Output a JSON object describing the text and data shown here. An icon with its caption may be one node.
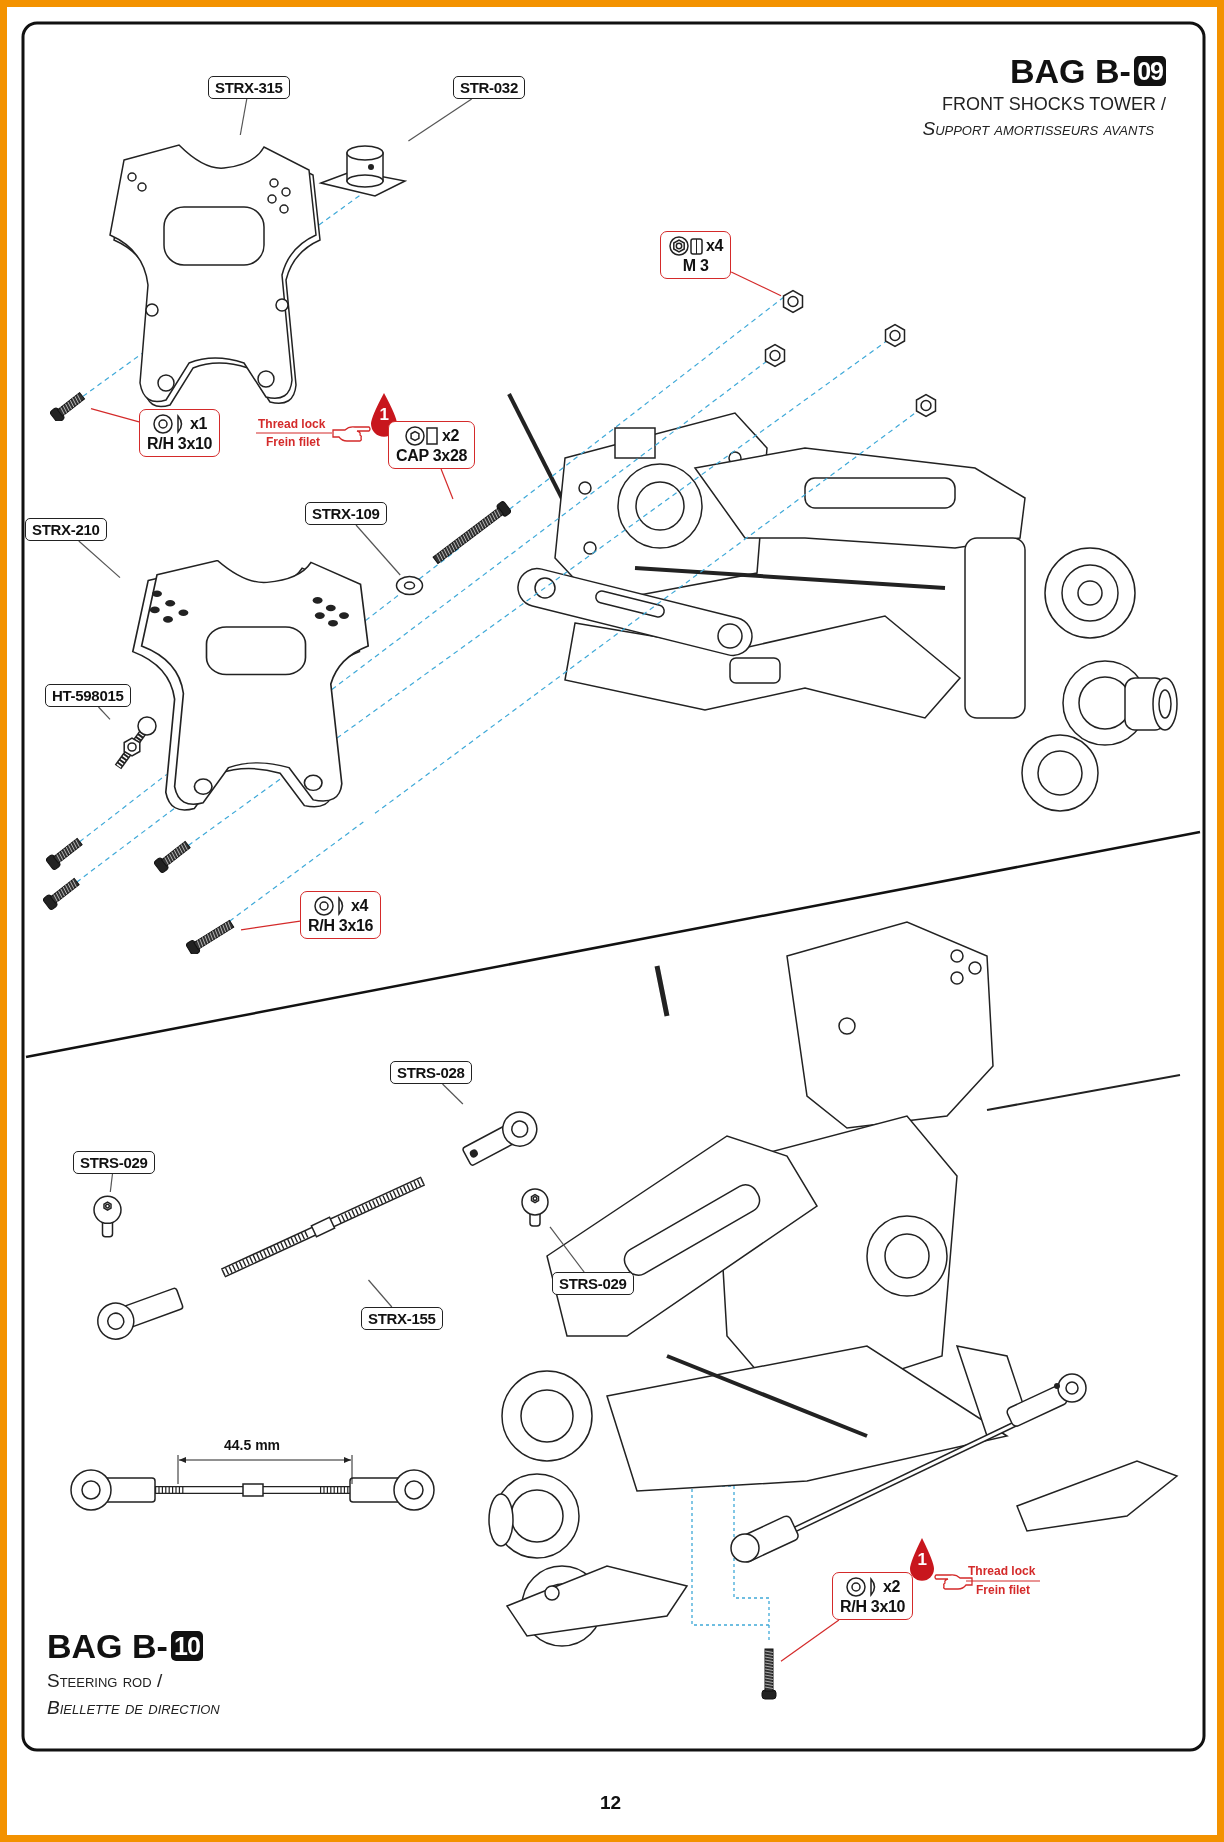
{
  "diagram": {
    "nodes": [
      {
        "text": [
          "STRX-315"
        ]
      },
      {
        "text": [],
        "shape": "picture"
      },
      {
        "text": [
          "STR-032"
        ]
      },
      {
        "text": [],
        "shape": "picture"
      },
      {
        "text": [
          "x1",
          "R/H 3x10"
        ]
      },
      {
        "text": [],
        "shape": "picture"
      },
      {
        "text": [
          "x2",
          "CAP 3x28"
        ]
      },
      {
        "text": [],
        "shape": "picture"
      },
      {
        "text": [
          "x4",
          "M 3"
        ]
      },
      {
        "text": [],
        "shape": "picture"
      },
      {
        "text": [
          "STRX-109"
        ]
      },
      {
        "text": [],
        "shape": "picture"
      },
      {
        "text": [
          "STRX-210"
        ]
      },
      {
        "text": [],
        "shape": "picture"
      },
      {
        "text": [
          "HT-598015"
        ]
      },
      {
        "text": [],
        "shape": "picture"
      },
      {
        "text": [
          "x4",
          "R/H 3x16"
        ]
      },
      {
        "text": [],
        "shape": "picture"
      },
      {
        "text": [
          "STRS-028"
        ]
      },
      {
        "text": [],
        "shape": "picture"
      },
      {
        "text": [
          "STRS-029"
        ]
      },
      {
        "text": [],
        "shape": "picture"
      },
      {
        "text": [
          "STRS-029"
        ]
      },
      {
        "text": [],
        "shape": "picture"
      },
      {
        "text": [
          "STRX-155"
        ]
      },
      {
        "text": [],
        "shape": "picture"
      },
      {
        "text": [
          "x2",
          "R/H 3x10"
        ]
      },
      {
        "text": [],
        "shape": "picture"
      },
      {
        "text": [],
        "shape": "picture"
      },
      {
        "text": [],
        "shape": "picture"
      },
      {
        "text": [],
        "shape": "picture"
      },
      {
        "text": [],
        "shape": "picture"
      },
      {
        "text": [],
        "shape": "picture"
      },
      {
        "text": [],
        "shape": "picture"
      }
    ],
    "edges": [
      {
        "from": 0,
        "to": 1,
        "arrow": "none",
        "color": "#555555"
      },
      {
        "from": 2,
        "to": 3,
        "arrow": "none",
        "color": "#555555"
      },
      {
        "from": 4,
        "to": 5,
        "arrow": "none",
        "color": "#d42a2a"
      },
      {
        "from": 6,
        "to": 7,
        "arrow": "none",
        "color": "#d42a2a"
      },
      {
        "from": 8,
        "to": 9,
        "arrow": "none",
        "color": "#d42a2a"
      },
      {
        "from": 10,
        "to": 11,
        "arrow": "none",
        "color": "#555555"
      },
      {
        "from": 12,
        "to": 13,
        "arrow": "none",
        "color": "#555555"
      },
      {
        "from": 14,
        "to": 15,
        "arrow": "none",
        "color": "#555555"
      },
      {
        "from": 16,
        "to": 17,
        "arrow": "none",
        "color": "#d42a2a"
      },
      {
        "from": 18,
        "to": 19,
        "arrow": "none",
        "color": "#555555"
      },
      {
        "from": 20,
        "to": 21,
        "arrow": "none",
        "color": "#555555"
      },
      {
        "from": 22,
        "to": 23,
        "arrow": "none",
        "color": "#555555"
      },
      {
        "from": 24,
        "to": 25,
        "arrow": "none",
        "color": "#555555"
      },
      {
        "from": 26,
        "to": 27,
        "arrow": "none",
        "color": "#d42a2a"
      },
      {
        "from": 5,
        "to": 1,
        "arrow": "none",
        "style": "dashed"
      },
      {
        "from": 1,
        "to": 3,
        "arrow": "none",
        "style": "dashed"
      },
      {
        "from": 28,
        "to": 13,
        "arrow": "none",
        "style": "dashed"
      },
      {
        "from": 13,
        "to": 11,
        "arrow": "none",
        "style": "dashed"
      },
      {
        "from": 11,
        "to": 7,
        "arrow": "none",
        "style": "dashed"
      },
      {
        "from": 7,
        "to": 9,
        "arrow": "none",
        "style": "dashed"
      },
      {
        "from": 29,
        "to": 13,
        "arrow": "none",
        "style": "dashed"
      },
      {
        "from": 13,
        "to": 31,
        "arrow": "none",
        "style": "dashed"
      },
      {
        "from": 30,
        "to": 13,
        "arrow": "none",
        "style": "dashed"
      },
      {
        "from": 13,
        "to": 32,
        "arrow": "none",
        "style": "dashed"
      },
      {
        "from": 17,
        "to": 13,
        "arrow": "none",
        "style": "dashed"
      },
      {
        "from": 13,
        "to": 33,
        "arrow": "none",
        "style": "dashed"
      }
    ],
    "labels": [
      "BAG B-",
      "09",
      "FRONT SHOCKS TOWER /",
      "Support amortisseurs avants",
      "1",
      "Thread lock",
      "Frein filet",
      "44.5 mm",
      "1",
      "Thread lock",
      "Frein filet",
      "BAG B-",
      "10",
      "Steering rod /",
      "Biellette de direction",
      "12"
    ]
  }
}
